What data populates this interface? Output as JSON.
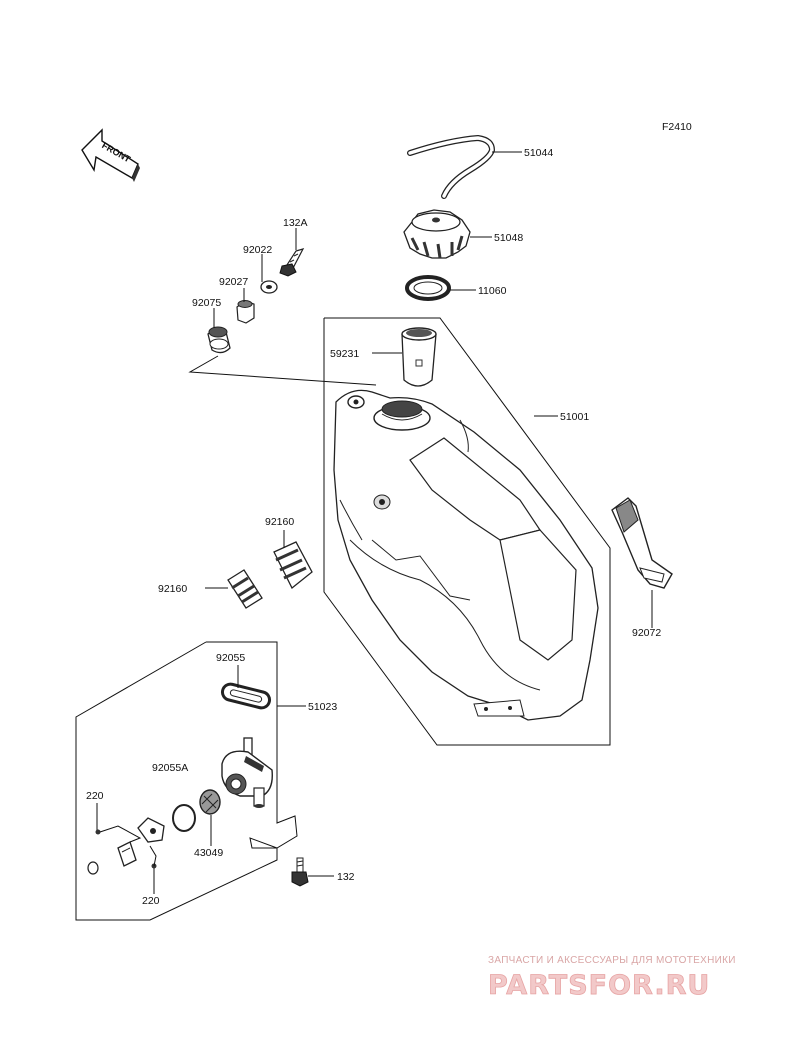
{
  "figure_code": "F2410",
  "front_arrow_label": "FRONT",
  "parts": {
    "p51044": "51044",
    "p51048": "51048",
    "p11060": "11060",
    "p59231": "59231",
    "p51001": "51001",
    "p132A": "132A",
    "p92022": "92022",
    "p92027": "92027",
    "p92075": "92075",
    "p92160a": "92160",
    "p92160b": "92160",
    "p92072": "92072",
    "p92055": "92055",
    "p51023": "51023",
    "p92055A": "92055A",
    "p220a": "220",
    "p220b": "220",
    "p43049": "43049",
    "p132": "132"
  },
  "watermark": {
    "tagline": "ЗАПЧАСТИ И АКСЕССУАРЫ ДЛЯ МОТОТЕХНИКИ",
    "brand": "PARTSFOR.RU"
  }
}
